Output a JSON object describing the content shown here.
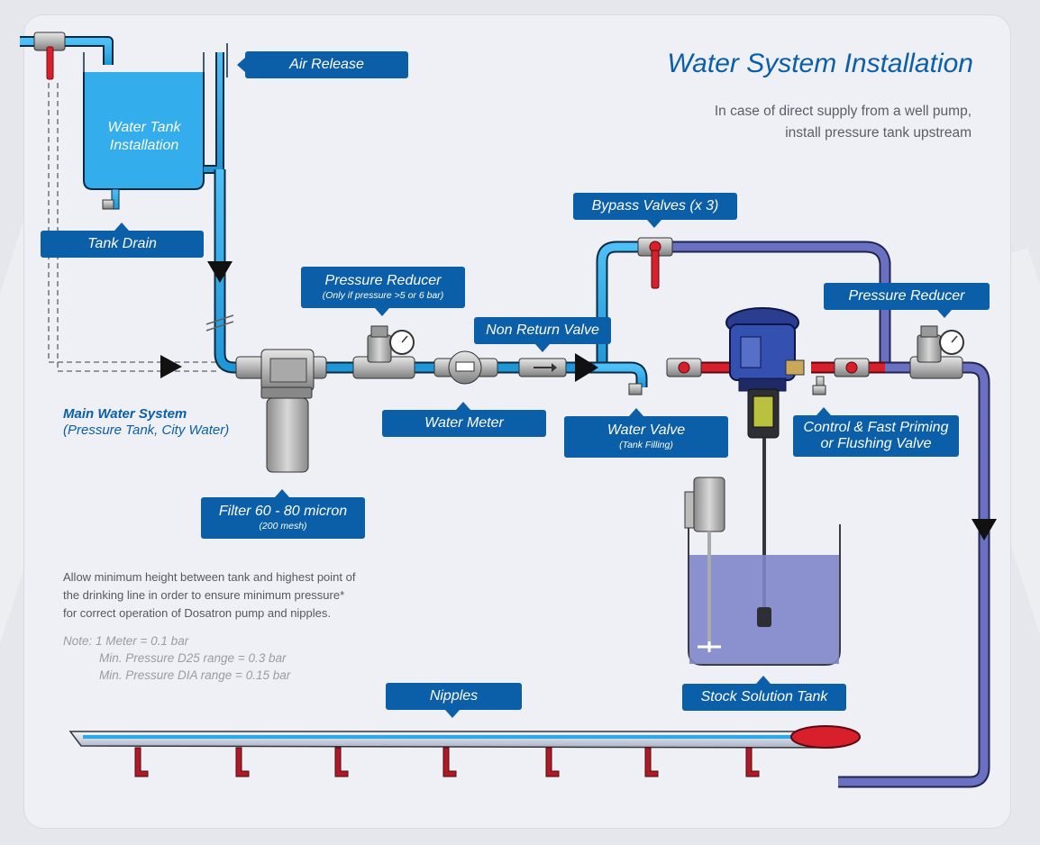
{
  "header": {
    "title": "Water System Installation",
    "subtitle_line1": "In case of direct supply from a well pump,",
    "subtitle_line2": "install pressure tank upstream"
  },
  "tank": {
    "label_line1": "Water Tank",
    "label_line2": "Installation"
  },
  "labels": {
    "air_release": "Air Release",
    "tank_drain": "Tank Drain",
    "pressure_reducer_1": "Pressure Reducer",
    "pressure_reducer_1_note": "(Only if pressure >5 or 6 bar)",
    "non_return_valve": "Non Return Valve",
    "water_meter": "Water Meter",
    "bypass_valves": "Bypass Valves (x 3)",
    "pressure_reducer_2": "Pressure Reducer",
    "water_valve": "Water Valve",
    "water_valve_note": "(Tank Filling)",
    "control_valve_line1": "Control & Fast Priming",
    "control_valve_line2": "or Flushing Valve",
    "filter": "Filter 60 - 80 micron",
    "filter_note": "(200 mesh)",
    "stock_solution_tank": "Stock Solution Tank",
    "nipples": "Nipples"
  },
  "main_water_system": {
    "line1": "Main Water System",
    "line2": "(Pressure Tank, City Water)"
  },
  "info": {
    "paragraph_line1": "Allow minimum height between tank and highest point of",
    "paragraph_line2": "the drinking line in order to ensure minimum pressure*",
    "paragraph_line3": "for correct operation of Dosatron pump and nipples.",
    "note_line1": "Note: 1 Meter = 0.1 bar",
    "note_line2": "Min. Pressure D25 range = 0.3 bar",
    "note_line3": "Min. Pressure DIA range = 0.15 bar"
  },
  "colors": {
    "label_bg": "#0b5ea8",
    "water_pipe": "#2aa9e8",
    "treated_pipe": "#5a5fb6",
    "tank_fill": "#33adeb",
    "stock_fill": "#7f86cb",
    "valve_red": "#d8202c"
  }
}
